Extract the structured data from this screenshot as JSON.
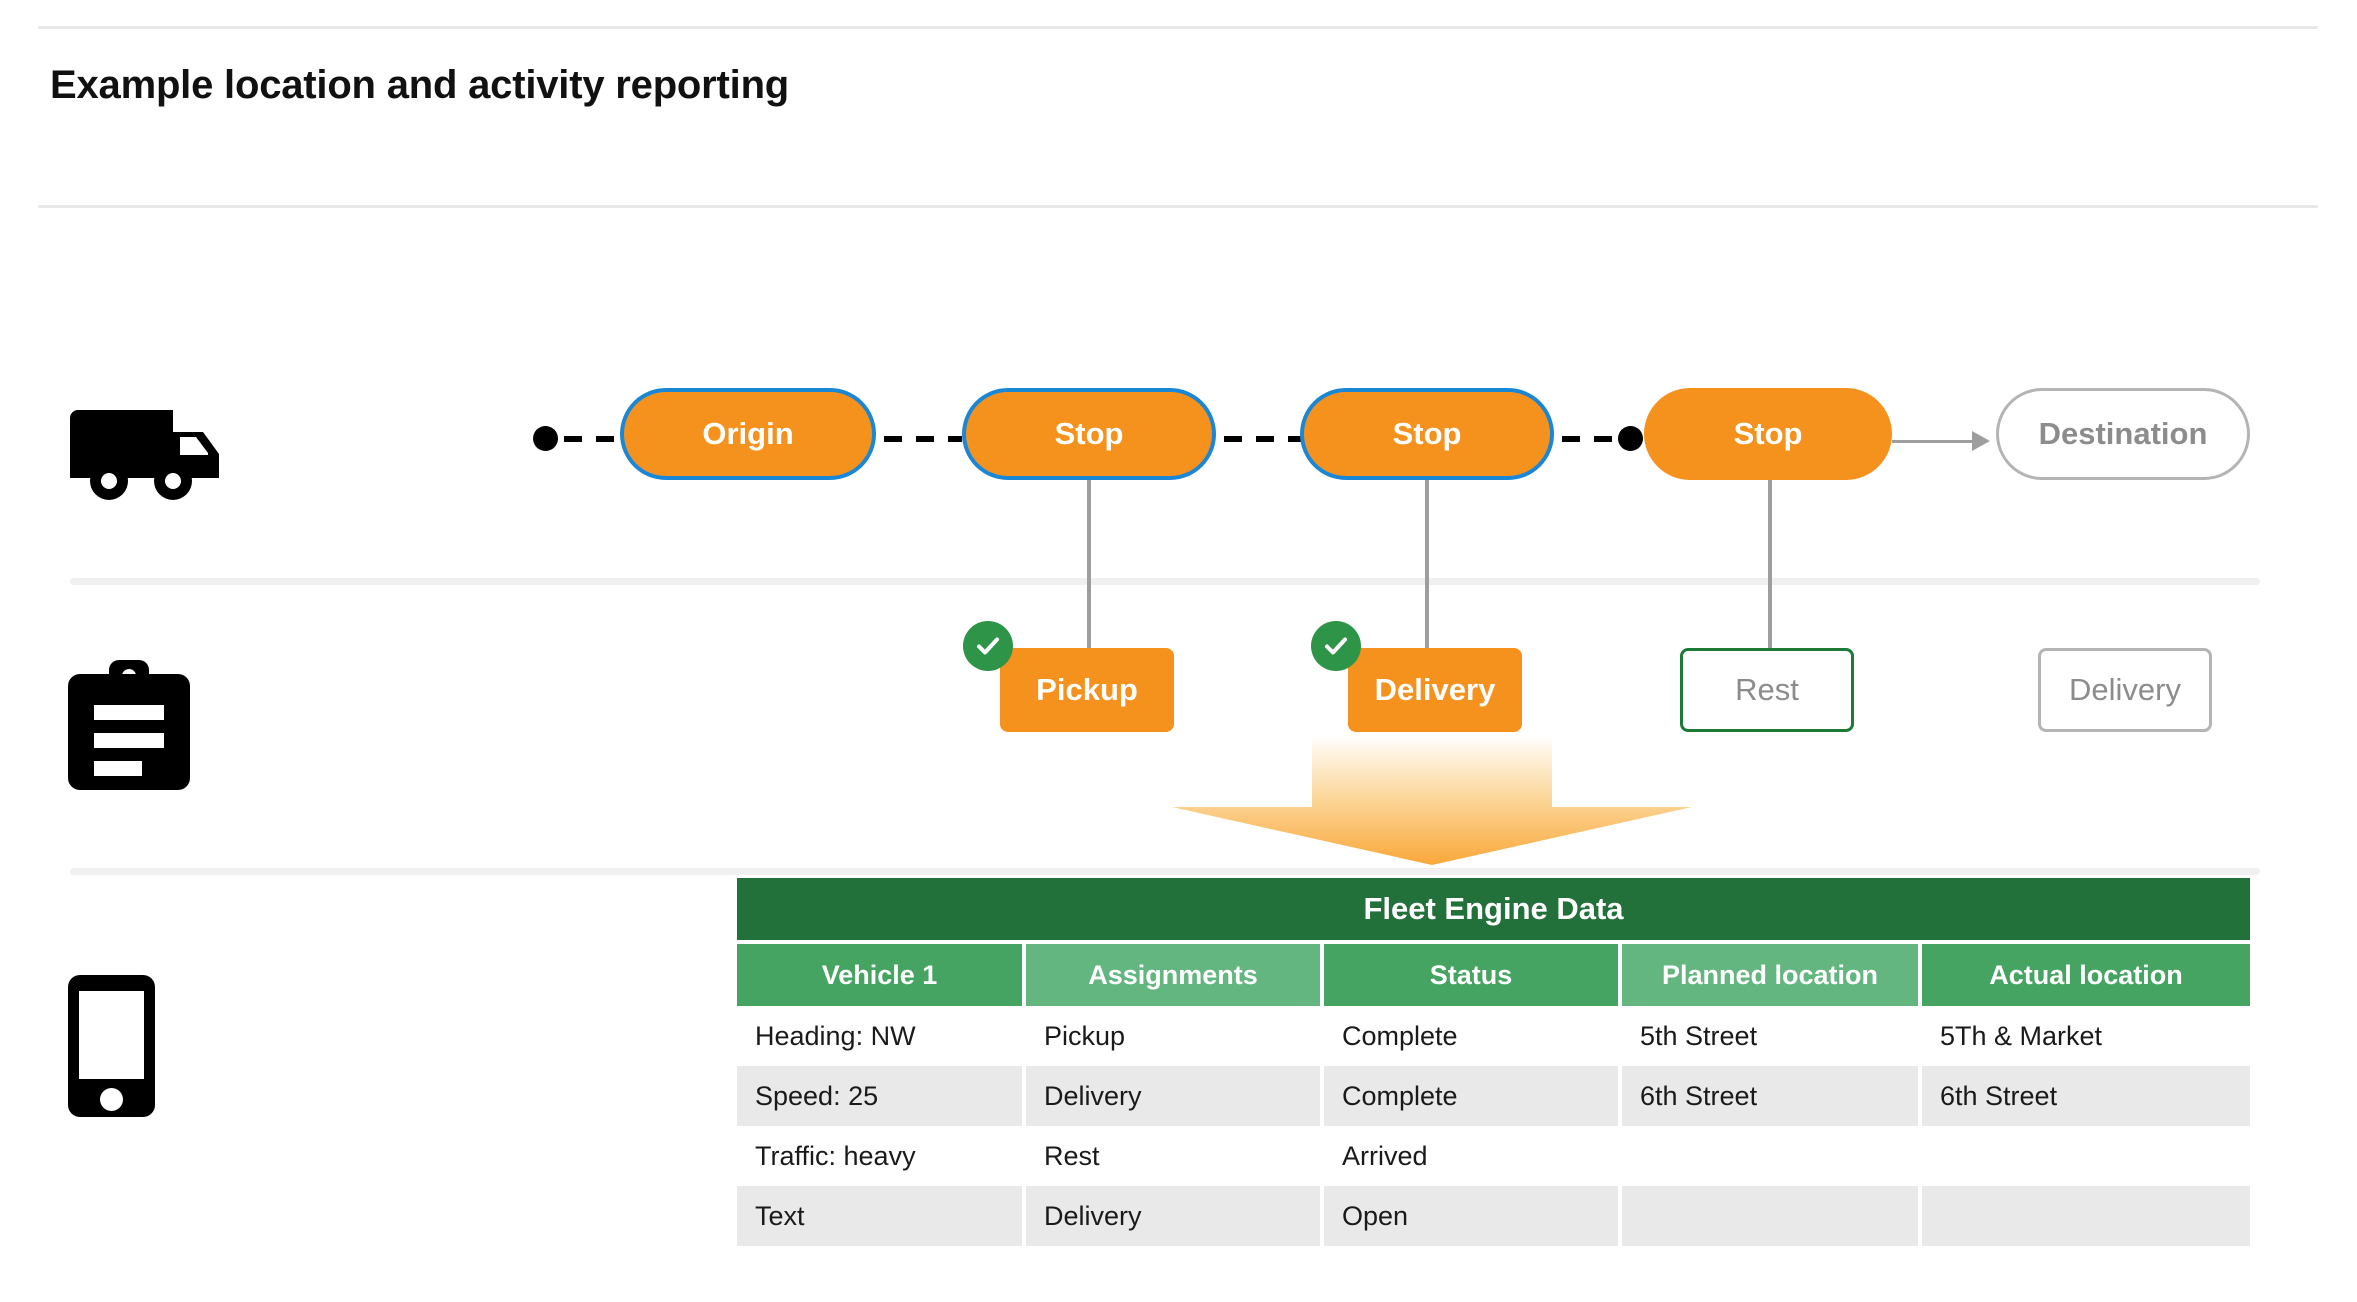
{
  "page": {
    "title": "Example location and activity reporting"
  },
  "lanes": [
    {
      "icon": "truck-icon",
      "name": "vehicle-route-lane"
    },
    {
      "icon": "clipboard-icon",
      "name": "activity-lane"
    },
    {
      "icon": "phone-icon",
      "name": "device-data-lane"
    }
  ],
  "route": {
    "stops": [
      {
        "label": "Origin",
        "style": "active"
      },
      {
        "label": "Stop",
        "style": "active"
      },
      {
        "label": "Stop",
        "style": "active"
      },
      {
        "label": "Stop",
        "style": "current"
      },
      {
        "label": "Destination",
        "style": "pending"
      }
    ]
  },
  "activities": [
    {
      "label": "Pickup",
      "style": "complete",
      "checked": true
    },
    {
      "label": "Delivery",
      "style": "complete",
      "checked": true
    },
    {
      "label": "Rest",
      "style": "arrived",
      "checked": false
    },
    {
      "label": "Delivery",
      "style": "open",
      "checked": false
    }
  ],
  "fleet_table": {
    "title": "Fleet Engine Data",
    "columns": [
      "Vehicle 1",
      "Assignments",
      "Status",
      "Planned location",
      "Actual location"
    ],
    "rows": [
      [
        "Heading: NW",
        "Pickup",
        "Complete",
        "5th Street",
        "5Th & Market"
      ],
      [
        "Speed: 25",
        "Delivery",
        "Complete",
        "6th Street",
        "6th Street"
      ],
      [
        "Traffic: heavy",
        "Rest",
        "Arrived",
        "",
        ""
      ],
      [
        "Text",
        "Delivery",
        "Open",
        "",
        ""
      ]
    ]
  },
  "colors": {
    "orange": "#F5921E",
    "blue_border": "#1A87D6",
    "green_dark": "#22703A",
    "green_header": "#46A463",
    "green_header_alt": "#63B67F",
    "green_check": "#2E9448",
    "gray_outline": "#b4b4b4",
    "row_shade": "#e9e9e9"
  }
}
